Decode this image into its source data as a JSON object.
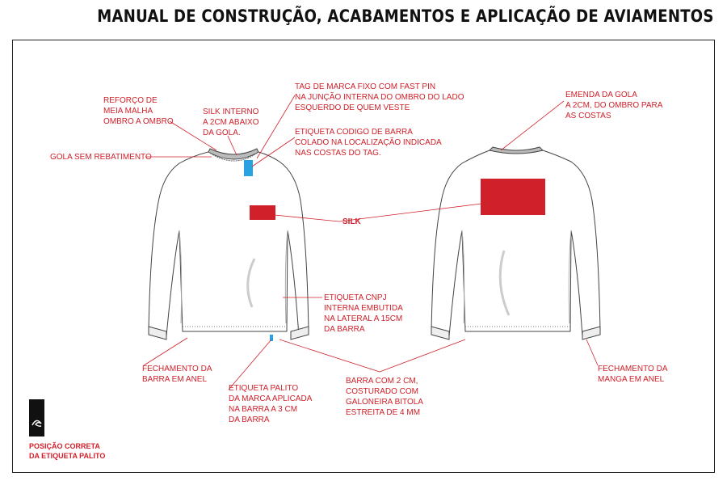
{
  "title": "MANUAL DE CONSTRUÇÃO, ACABAMENTOS E APLICAÇÃO DE AVIAMENTOS",
  "labels": {
    "reforco": "REFORÇO DE\nMEIA MALHA\nOMBRO A OMBRO",
    "silk_interno": "SILK INTERNO\nA 2CM ABAIXO\nDA GOLA.",
    "tag_marca": "TAG DE MARCA FIXO COM FAST PIN\nNA JUNÇÃO INTERNA DO OMBRO DO LADO\nESQUERDO DE QUEM VESTE",
    "etiqueta_barra": "ETIQUETA CODIGO DE BARRA\nCOLADO NA  LOCALIZAÇÃO INDICADA\nNAS COSTAS DO TAG.",
    "gola": "GOLA SEM REBATIMENTO",
    "emenda": "EMENDA DA GOLA\nA 2CM, DO OMBRO PARA\nAS COSTAS",
    "silk": "SILK",
    "cnpj": "ETIQUETA CNPJ\nINTERNA EMBUTIDA\nNA LATERAL A 15CM\nDA BARRA",
    "fech_barra": "FECHAMENTO DA\nBARRA EM ANEL",
    "palito": "ETIQUETA PALITO\nDA MARCA APLICADA\nNA BARRA A 3 CM\nDA BARRA",
    "barra": "BARRA COM 2 CM,\n COSTURADO COM\nGALONEIRA BITOLA\nESTREITA DE 4 MM",
    "fech_manga": "FECHAMENTO DA\nMANGA EM ANEL",
    "posicao": "POSIÇÃO CORRETA\nDA ETIQUETA PALITO"
  },
  "colors": {
    "accent": "#d0202a",
    "tag_blue": "#29a3e0",
    "outline": "#444444"
  }
}
